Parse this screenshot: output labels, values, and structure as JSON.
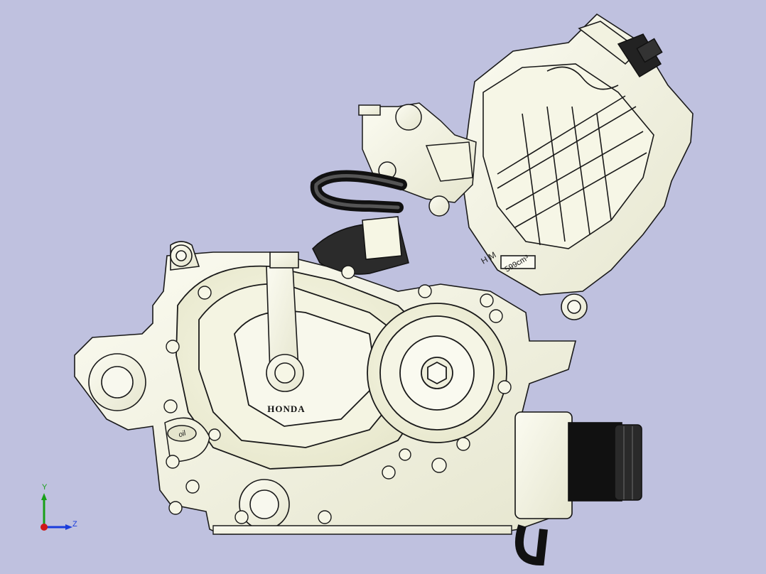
{
  "viewport": {
    "background": "#bfc1df",
    "model": {
      "brand_label": "HONDA",
      "displacement_label": "599cm³",
      "cast_marking": "H M",
      "oil_label": "oil"
    },
    "triad": {
      "x_label": "",
      "y_label": "Y",
      "z_label": "Z",
      "colors": {
        "y": "#18a018",
        "z": "#1a3cdc",
        "x": "#d01818"
      }
    }
  }
}
